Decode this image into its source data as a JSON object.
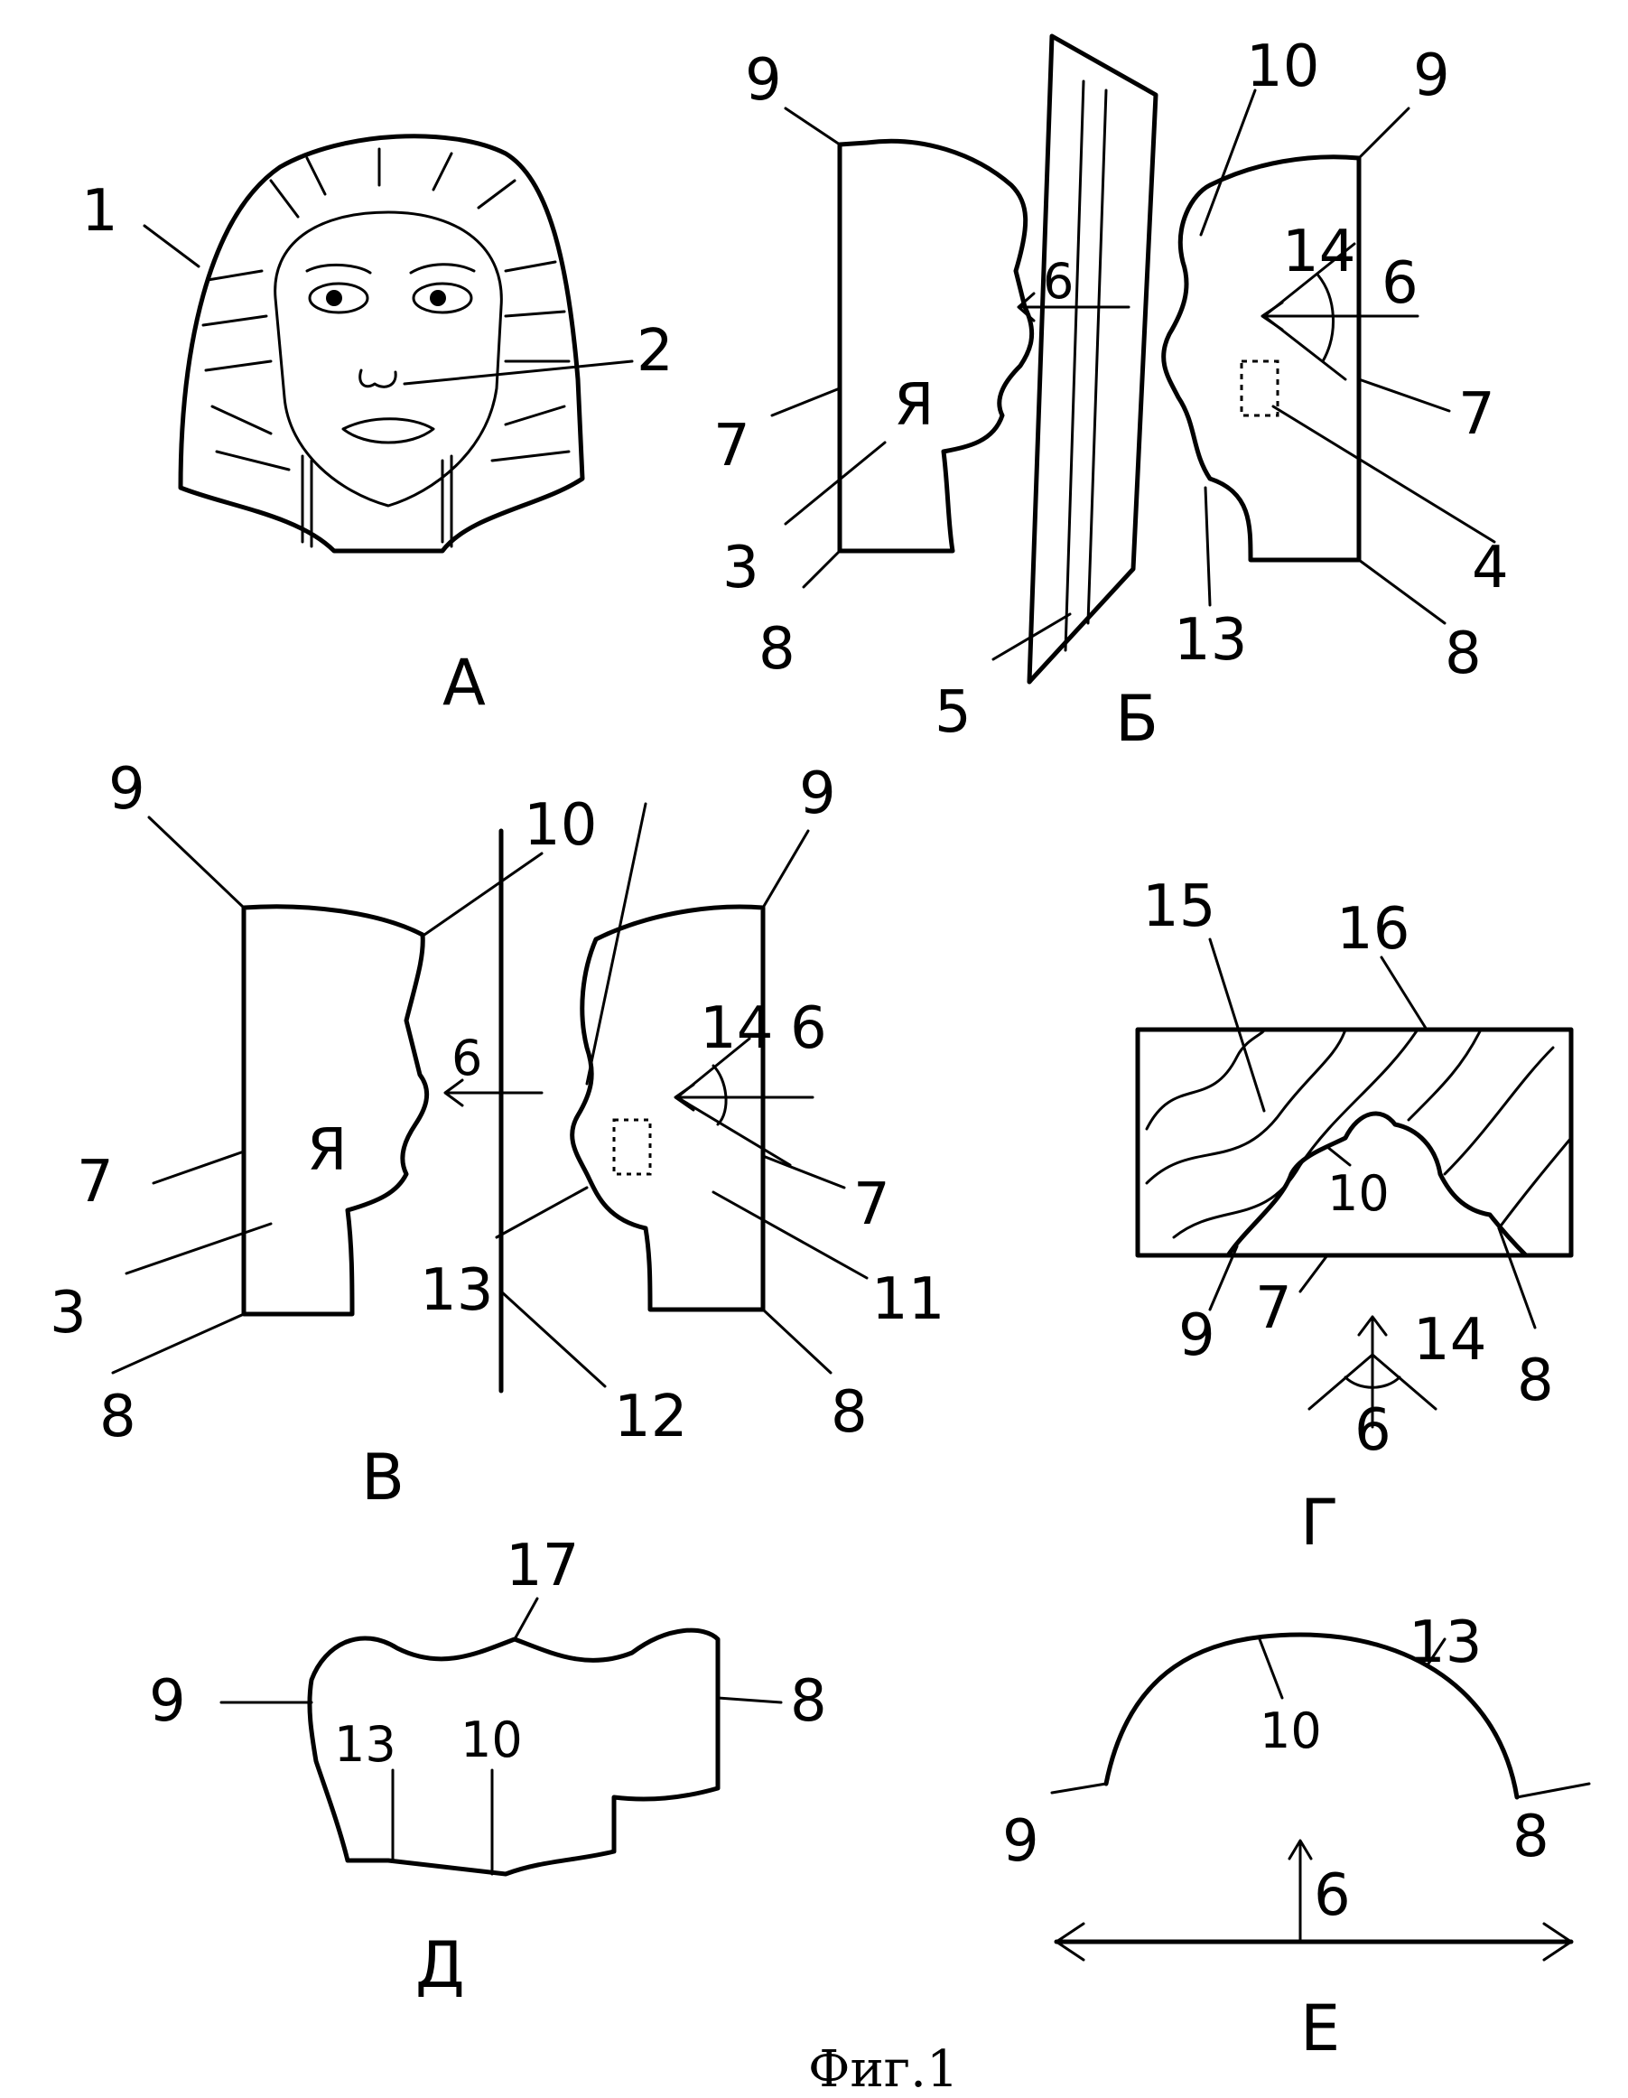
{
  "figure_caption": "Фиг.1",
  "panels": {
    "A": {
      "letter": "А",
      "labels": [
        "1",
        "2"
      ]
    },
    "B": {
      "letter": "Б",
      "labels": [
        "9",
        "6",
        "Я",
        "7",
        "3",
        "8",
        "5",
        "10",
        "9",
        "14",
        "6",
        "7",
        "4",
        "13",
        "8"
      ]
    },
    "V": {
      "letter": "В",
      "labels": [
        "9",
        "10",
        "9",
        "6",
        "14",
        "6",
        "Я",
        "7",
        "7",
        "3",
        "13",
        "11",
        "8",
        "12",
        "8"
      ]
    },
    "G": {
      "letter": "Г",
      "labels": [
        "15",
        "16",
        "10",
        "9",
        "7",
        "14",
        "8",
        "6"
      ]
    },
    "D": {
      "letter": "Д",
      "labels": [
        "17",
        "9",
        "8",
        "13",
        "10"
      ]
    },
    "E": {
      "letter": "Е",
      "labels": [
        "13",
        "10",
        "9",
        "8",
        "6"
      ]
    }
  }
}
